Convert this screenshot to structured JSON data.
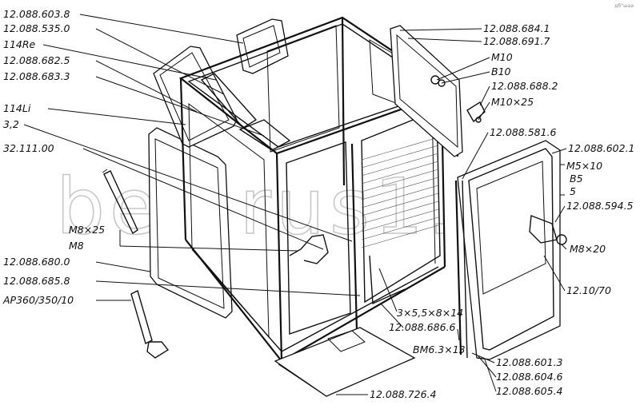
{
  "watermark": "belarus1.ru",
  "corner_mark": "дб°шаа",
  "labels": {
    "l_603_8": "12.088.603.8",
    "l_535_0": "12.088.535.0",
    "l_114re": "114Re",
    "l_682_5": "12.088.682.5",
    "l_683_3": "12.088.683.3",
    "l_114li": "114Li",
    "l_3_2": "3,2",
    "l_32_111": "32.111.00",
    "l_m8x25": "M8×25",
    "l_m8": "M8",
    "l_680_0": "12.088.680.0",
    "l_685_8": "12.088.685.8",
    "l_ap360": "AP360/350/10",
    "l_684_1": "12.088.684.1",
    "l_691_7": "12.088.691.7",
    "l_m10": "M10",
    "l_b10": "B10",
    "l_688_2": "12.088.688.2",
    "l_m10x25": "M10×25",
    "l_581_6": "12.088.581.6",
    "l_602_1": "12.088.602.1",
    "l_m5x10": "M5×10",
    "l_b5": "B5",
    "l_5": "5",
    "l_594_5": "12.088.594.5",
    "l_m8x20": "M8×20",
    "l_1210_70": "12.10/70",
    "l_3x55": "3×5,5×8×14",
    "l_686_6": "12.088.686.6",
    "l_bm6": "BM6.3×13",
    "l_601_3": "12.088.601.3",
    "l_604_6": "12.088.604.6",
    "l_605_4": "12.088.605.4",
    "l_726_4": "12.088.726.4"
  }
}
